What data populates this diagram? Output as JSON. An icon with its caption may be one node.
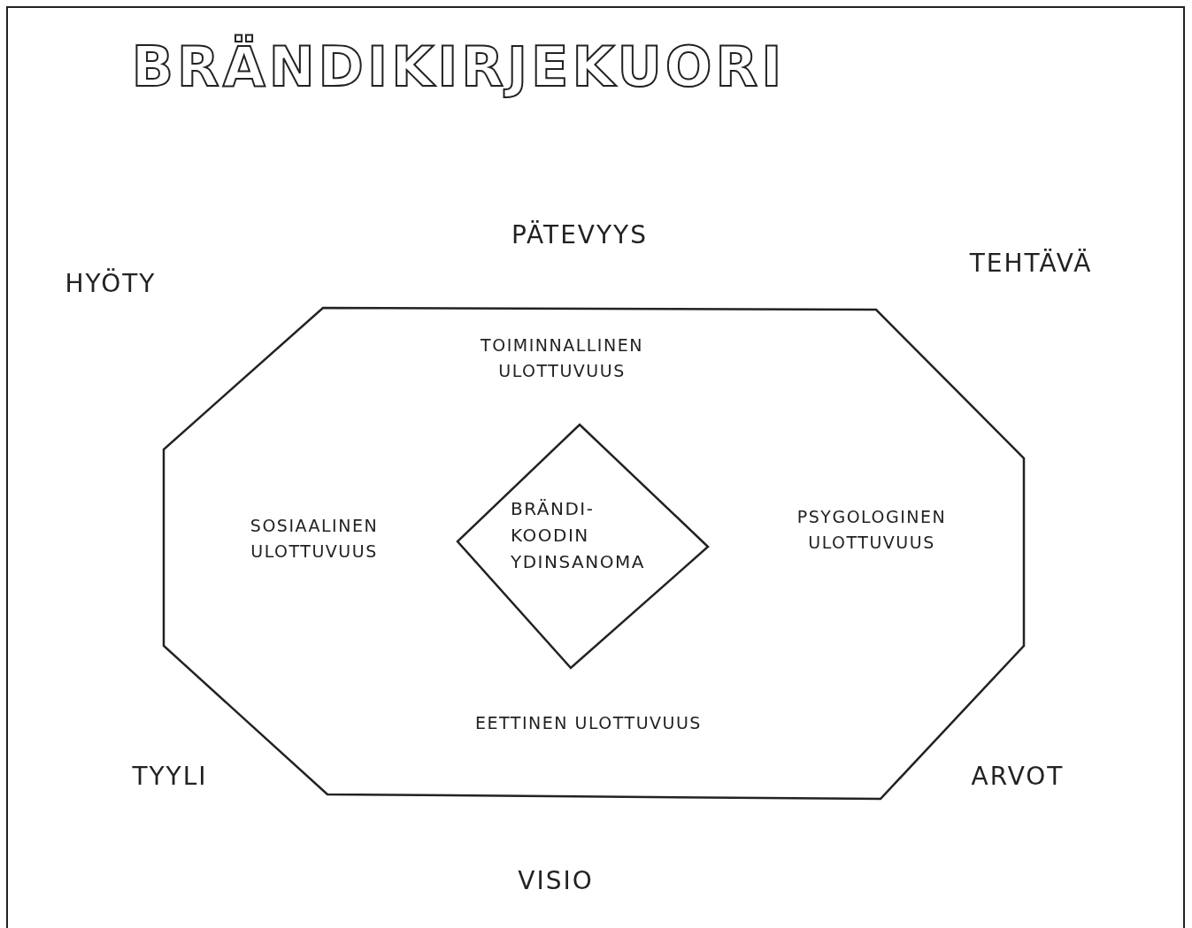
{
  "diagram": {
    "title": "BRÄNDIKIRJEKUORI",
    "nodes": [
      {
        "text": [
          "TOIMINNALLINEN ULOTTUVUUS",
          "SOSIAALINEN ULOTTUVUUS",
          "PSYGOLOGINEN ULOTTUVUUS",
          "EETTINEN ULOTTUVUUS"
        ]
      },
      {
        "text": [
          "BRÄNDI- KOODIN YDINSANOMA"
        ],
        "in": 0
      }
    ],
    "labels": [
      "PÄTEVYYS",
      "HYÖTY",
      "TEHTÄVÄ",
      "TYYLI",
      "ARVOT",
      "VISIO"
    ]
  }
}
